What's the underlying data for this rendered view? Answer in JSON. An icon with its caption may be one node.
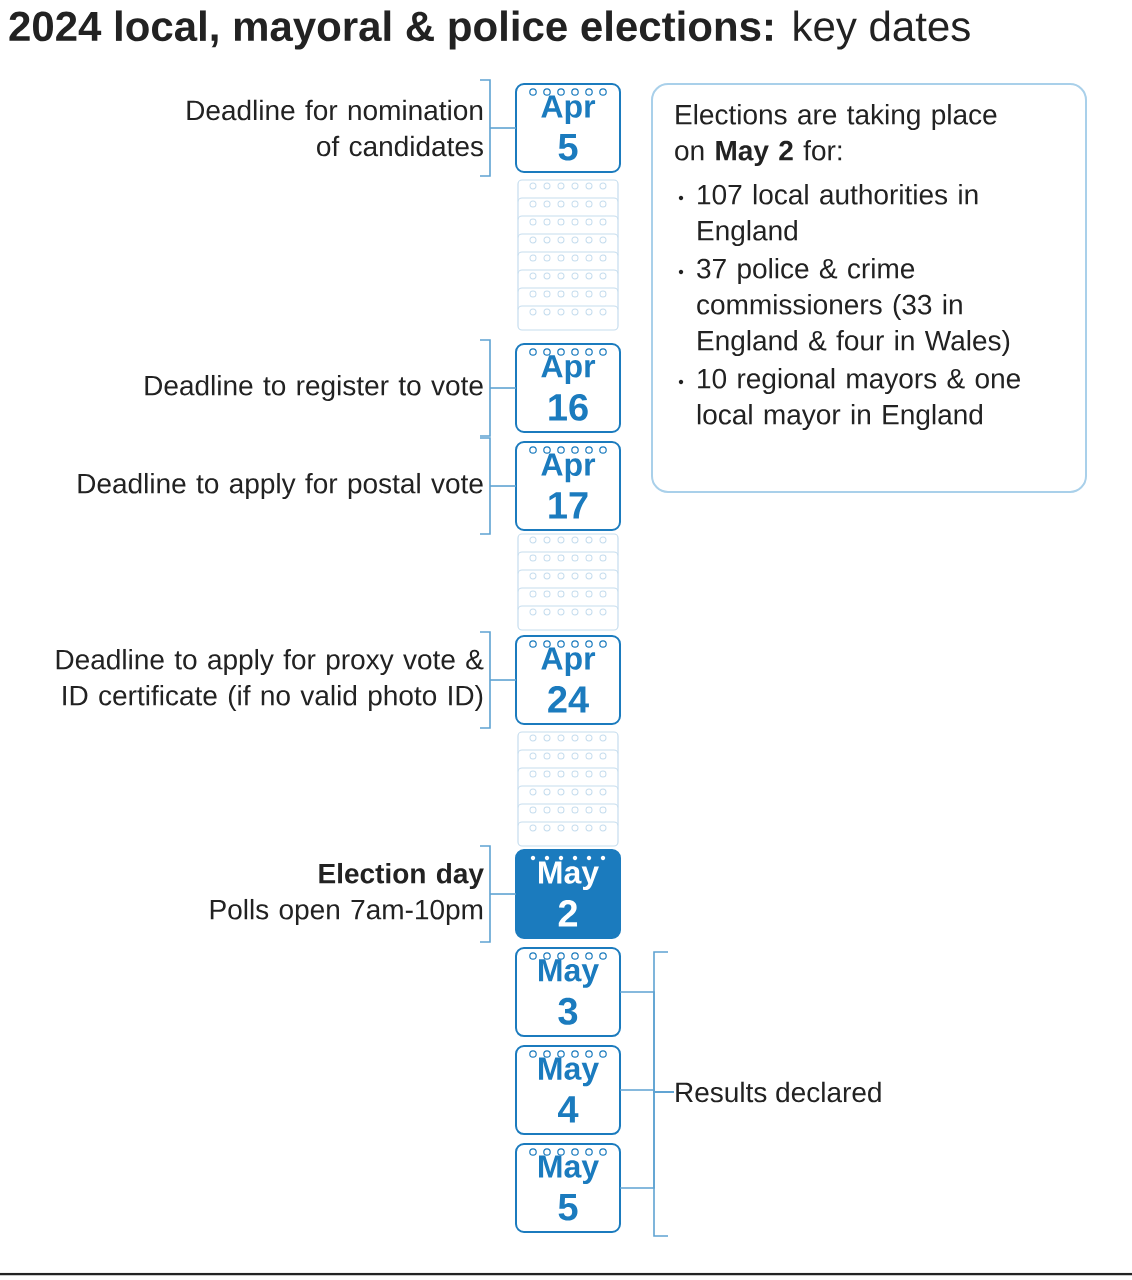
{
  "diagram": {
    "title": "**2024 local, mayoral & police elections:** key dates",
    "nodes": [
      {
        "text": [
          "Deadline for nomination of candidates"
        ]
      },
      {
        "text": [
          "Apr",
          "5"
        ]
      },
      {
        "text": [
          "Deadline to register to vote"
        ]
      },
      {
        "text": [
          "Apr",
          "16"
        ]
      },
      {
        "text": [
          "Deadline to apply for postal vote"
        ]
      },
      {
        "text": [
          "Apr",
          "17"
        ]
      },
      {
        "text": [
          "Deadline to apply for proxy vote & ID certificate (if no valid photo ID)"
        ]
      },
      {
        "text": [
          "Apr",
          "24"
        ]
      },
      {
        "text": [
          "Election day",
          "Polls open 7am-10pm"
        ]
      },
      {
        "text": [
          "May",
          "2"
        ]
      },
      {
        "text": [
          "May",
          "3"
        ]
      },
      {
        "text": [
          "May",
          "4"
        ]
      },
      {
        "text": [
          "May",
          "5"
        ]
      },
      {
        "text": [
          "Results declared"
        ]
      },
      {
        "text": [
          "Elections are taking place on **May 2** for:",
          "107 local authorities in England",
          "37 police & crime commissioners (33 in England & four in Wales)",
          "10 regional mayors & one local mayor in England"
        ]
      }
    ],
    "edges": [
      {
        "from": 0,
        "to": 1,
        "arrow": "none"
      },
      {
        "from": 2,
        "to": 3,
        "arrow": "none"
      },
      {
        "from": 4,
        "to": 5,
        "arrow": "none"
      },
      {
        "from": 6,
        "to": 7,
        "arrow": "none"
      },
      {
        "from": 8,
        "to": 9,
        "arrow": "none"
      },
      {
        "from": 13,
        "to": 10,
        "arrow": "none"
      },
      {
        "from": 13,
        "to": 11,
        "arrow": "none"
      },
      {
        "from": 13,
        "to": 12,
        "arrow": "none"
      }
    ]
  }
}
